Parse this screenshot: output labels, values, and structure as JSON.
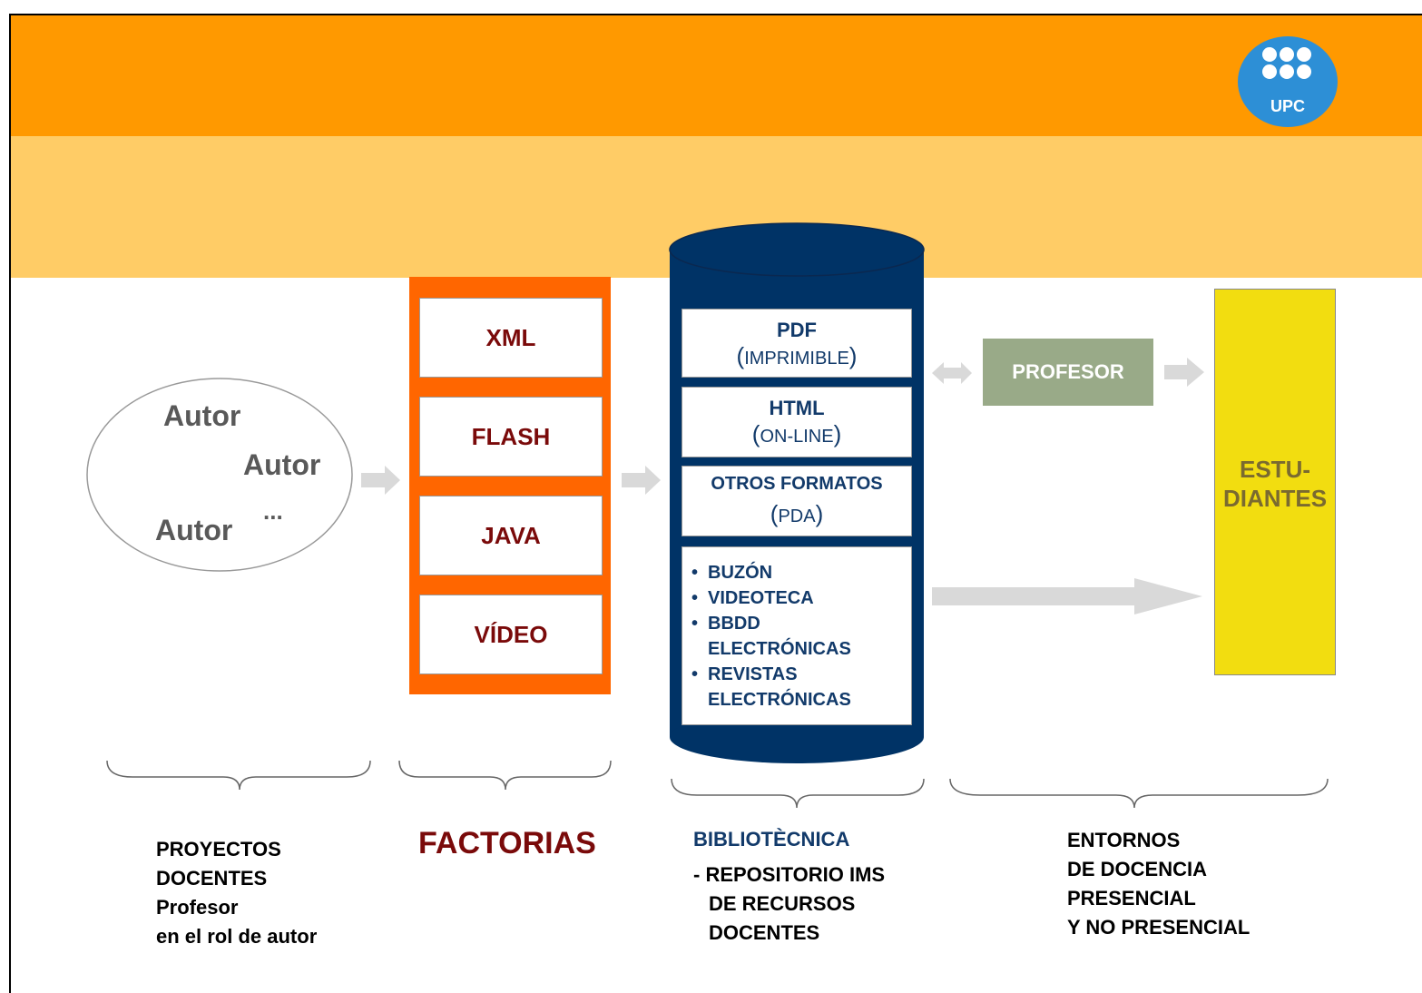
{
  "logo": {
    "label": "UPC"
  },
  "authors": {
    "author_1": "Autor",
    "author_2": "Autor",
    "author_3": "Autor",
    "ellipsis": "..."
  },
  "factories": {
    "items": [
      "XML",
      "FLASH",
      "JAVA",
      "VÍDEO"
    ]
  },
  "database": {
    "pdf": {
      "title": "PDF",
      "open": "(",
      "sub": "IMPRIMIBLE",
      "close": ")"
    },
    "html": {
      "title": "HTML",
      "open": "(",
      "sub": "ON-LINE",
      "close": ")"
    },
    "other": {
      "title": "OTROS FORMATOS",
      "open": "(",
      "sub": "PDA",
      "close": ")"
    },
    "bullet": "•",
    "services": {
      "s1": "BUZÓN",
      "s2": "VIDEOTECA",
      "s3a": "BBDD",
      "s3b": "ELECTRÓNICAS",
      "s4a": "REVISTAS",
      "s4b": "ELECTRÓNICAS"
    }
  },
  "profesor": {
    "label": "PROFESOR"
  },
  "estudiantes": {
    "line1": "ESTU-",
    "line2": "DIANTES"
  },
  "captions": {
    "proyectos": {
      "l1": "PROYECTOS",
      "l2": "DOCENTES",
      "l3": "Profesor",
      "l4": "en el rol de autor"
    },
    "factorias": "FACTORIAS",
    "biblio": {
      "title": "BIBLIOTÈCNICA",
      "l1": "- REPOSITORIO IMS",
      "l2": "DE RECURSOS",
      "l3": "DOCENTES"
    },
    "entornos": {
      "l1": "ENTORNOS",
      "l2": "DE DOCENCIA",
      "l3": "PRESENCIAL",
      "l4": "Y NO PRESENCIAL"
    }
  },
  "colors": {
    "orange": "#ff9900",
    "light_orange": "#ffcc66",
    "factory": "#ff6600",
    "db_navy": "#003366",
    "profesor": "#99aa88",
    "estudiantes": "#f2dd10",
    "arrow": "#d9d9d9"
  }
}
